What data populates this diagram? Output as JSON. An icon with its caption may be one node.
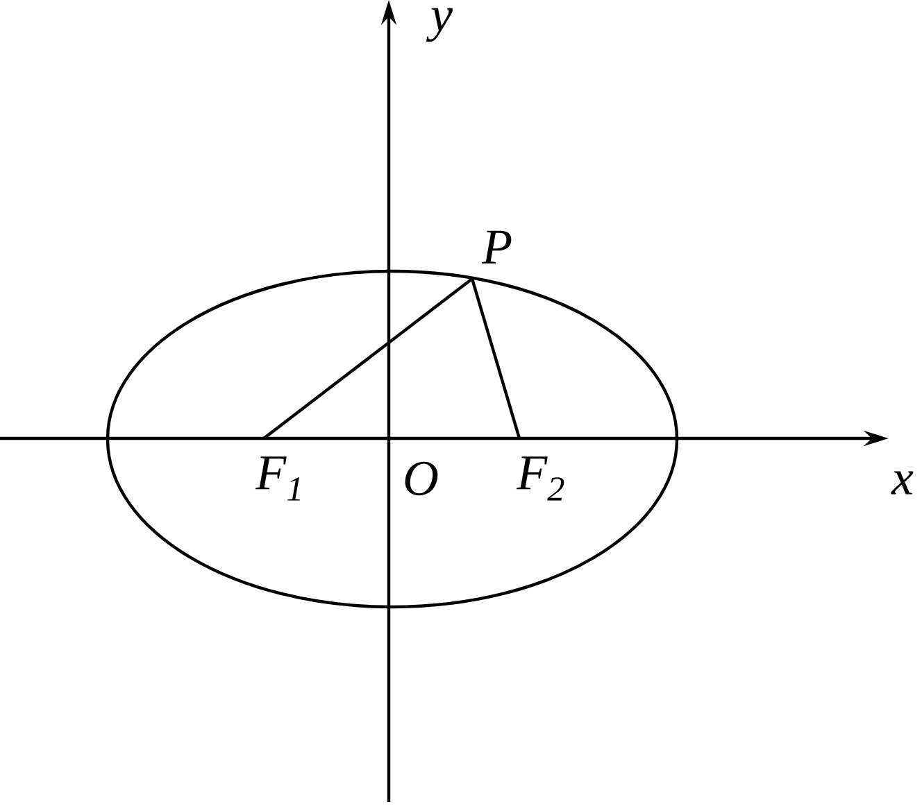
{
  "diagram": {
    "nodes": [
      {
        "text": [
          "P"
        ]
      },
      {
        "text": [
          "F$_{1}$"
        ]
      },
      {
        "text": [
          "F$_{2}$"
        ]
      }
    ],
    "edges": [
      {
        "from": 0,
        "to": 1,
        "arrow": "none"
      },
      {
        "from": 0,
        "to": 2,
        "arrow": "none"
      }
    ],
    "labels": [
      "y",
      "O",
      "x"
    ]
  }
}
